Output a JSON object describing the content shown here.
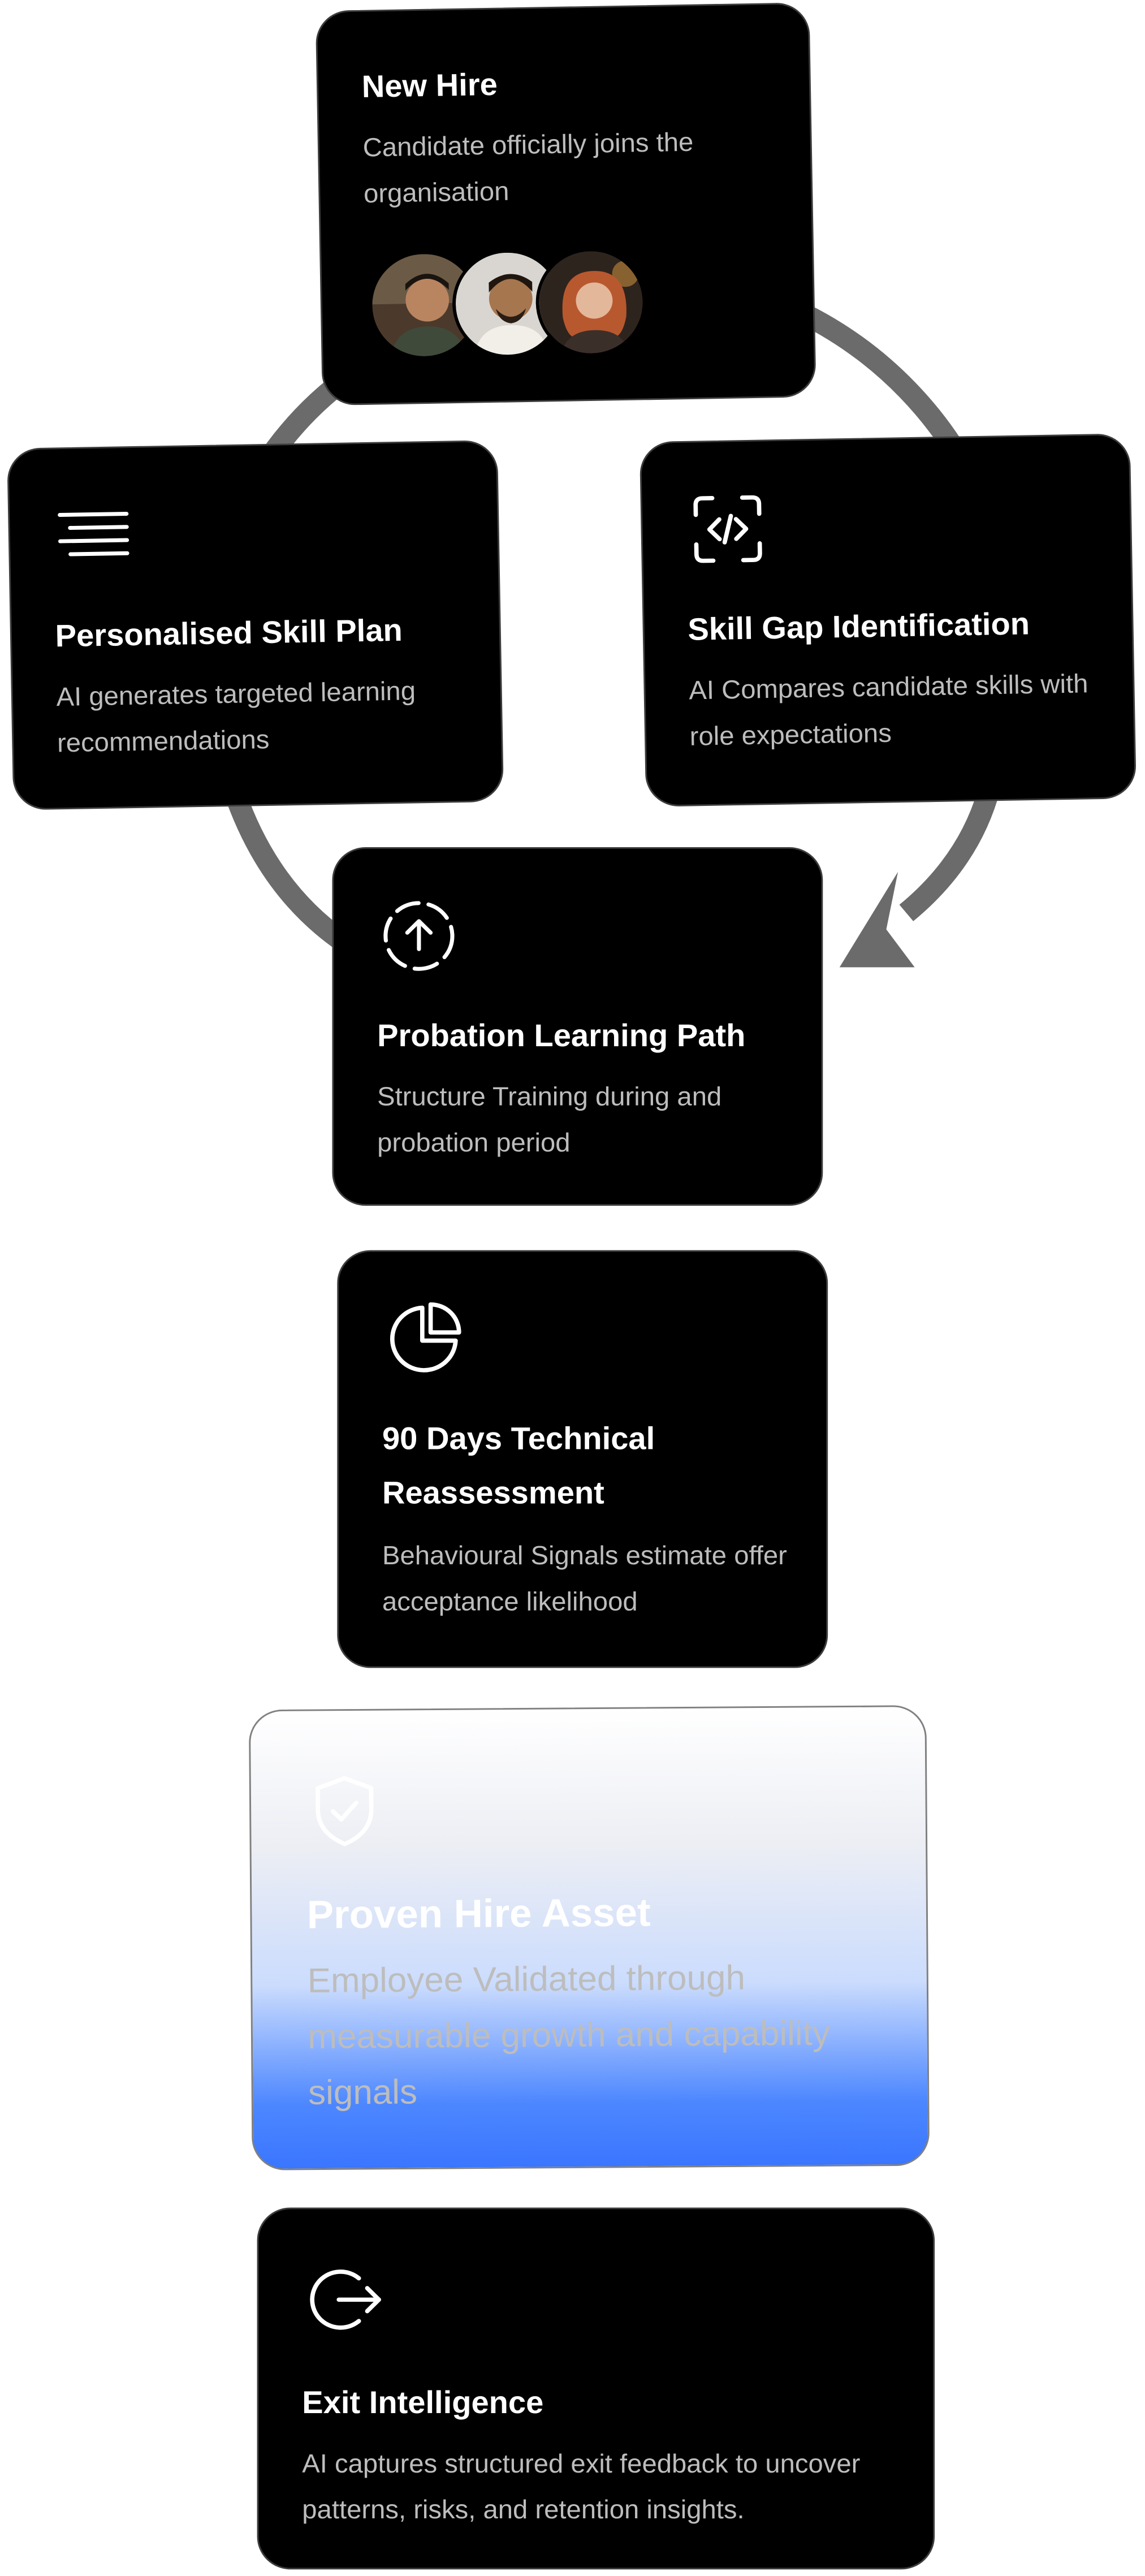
{
  "cards": {
    "new_hire": {
      "title": "New Hire",
      "description": "Candidate officially joins the organisation",
      "avatars": [
        "avatar-asian-man",
        "avatar-smiling-man",
        "avatar-red-haired-woman"
      ]
    },
    "skill_plan": {
      "title": "Personalised Skill Plan",
      "description": "AI generates targeted learning recommendations",
      "icon": "lines-icon"
    },
    "skill_gap": {
      "title": "Skill Gap Identification",
      "description": "AI Compares candidate skills with role expectations",
      "icon": "code-scan-icon"
    },
    "probation": {
      "title": "Probation Learning Path",
      "description": "Structure Training during and probation period",
      "icon": "upload-circle-icon"
    },
    "reassessment": {
      "title": "90 Days Technical Reassessment",
      "description": "Behavioural Signals estimate offer acceptance likelihood",
      "icon": "pie-chart-icon"
    },
    "proven": {
      "title": "Proven Hire Asset",
      "description": "Employee Validated through measurable growth and capability signals",
      "icon": "shield-check-icon"
    },
    "exit": {
      "title": "Exit Intelligence",
      "description": "AI captures structured exit feedback to uncover patterns, risks, and retention insights.",
      "icon": "logout-icon"
    }
  },
  "colors": {
    "card_bg": "#000000",
    "ring": "#6b6b6b",
    "accent_blue": "#3a76ff"
  }
}
